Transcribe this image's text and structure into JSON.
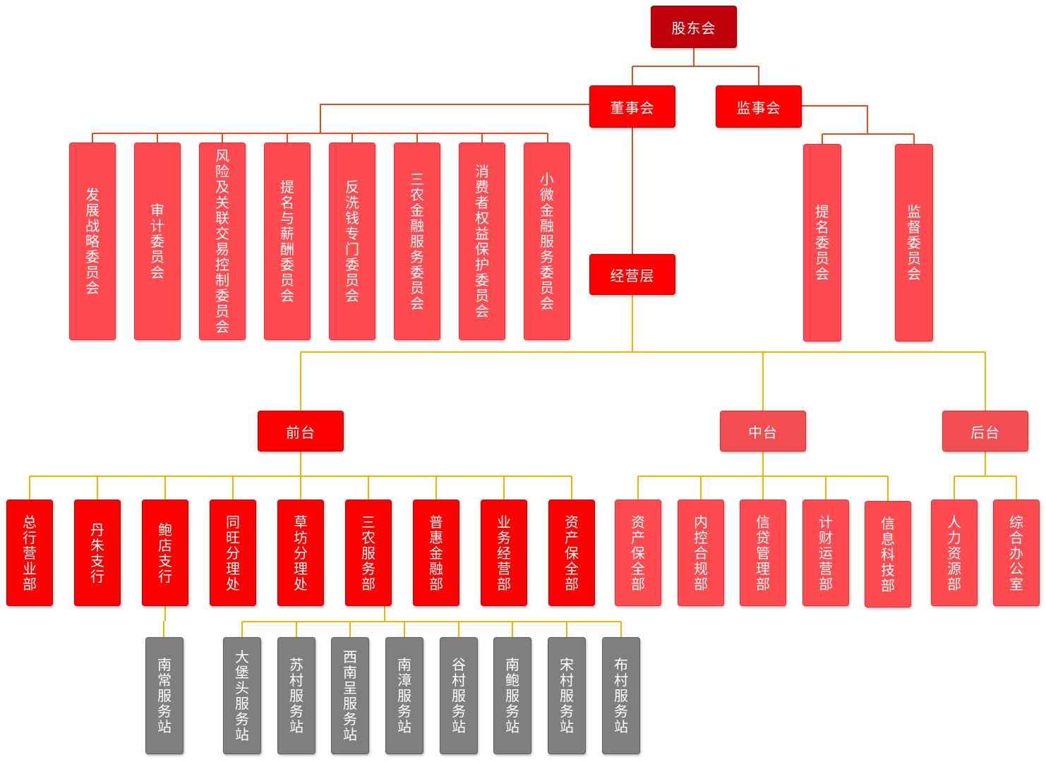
{
  "colors": {
    "shareholders": "#c0000a",
    "primary": "#ff0000",
    "committee": "#ff4b50",
    "back_office": "#f24d50",
    "station": "#7f7f7f",
    "governance_line": "#e84a1a",
    "management_line": "#f0b400"
  },
  "governance": {
    "shareholders": "股东会",
    "board": "董事会",
    "supervisors": "监事会",
    "management": "经营层"
  },
  "board_committees": [
    "发展战略委员会",
    "审计委员会",
    "风险及关联交易控制委员会",
    "提名与薪酬委员会",
    "反洗钱专门委员会",
    "三农金融服务委员会",
    "消费者权益保护委员会",
    "小微金融服务委员会"
  ],
  "supervisor_committees": [
    "提名委员会",
    "监督委员会"
  ],
  "offices": {
    "front": "前台",
    "middle": "中台",
    "back": "后台"
  },
  "front_departments": [
    "总行营业部",
    "丹朱支行",
    "鲍店支行",
    "同旺分理处",
    "草坊分理处",
    "三农服务部",
    "普惠金融部",
    "业务经营部",
    "资产保全部"
  ],
  "middle_departments": [
    "资产保全部",
    "内控合规部",
    "信贷管理部",
    "计财运营部",
    "信息科技部"
  ],
  "back_departments": [
    "人力资源部",
    "综合办公室"
  ],
  "baodian_stations": [
    "南常服务站"
  ],
  "sannong_stations": [
    "大堡头服务站",
    "苏村服务站",
    "西南呈服务站",
    "南漳服务站",
    "谷村服务站",
    "南鲍服务站",
    "宋村服务站",
    "布村服务站"
  ]
}
